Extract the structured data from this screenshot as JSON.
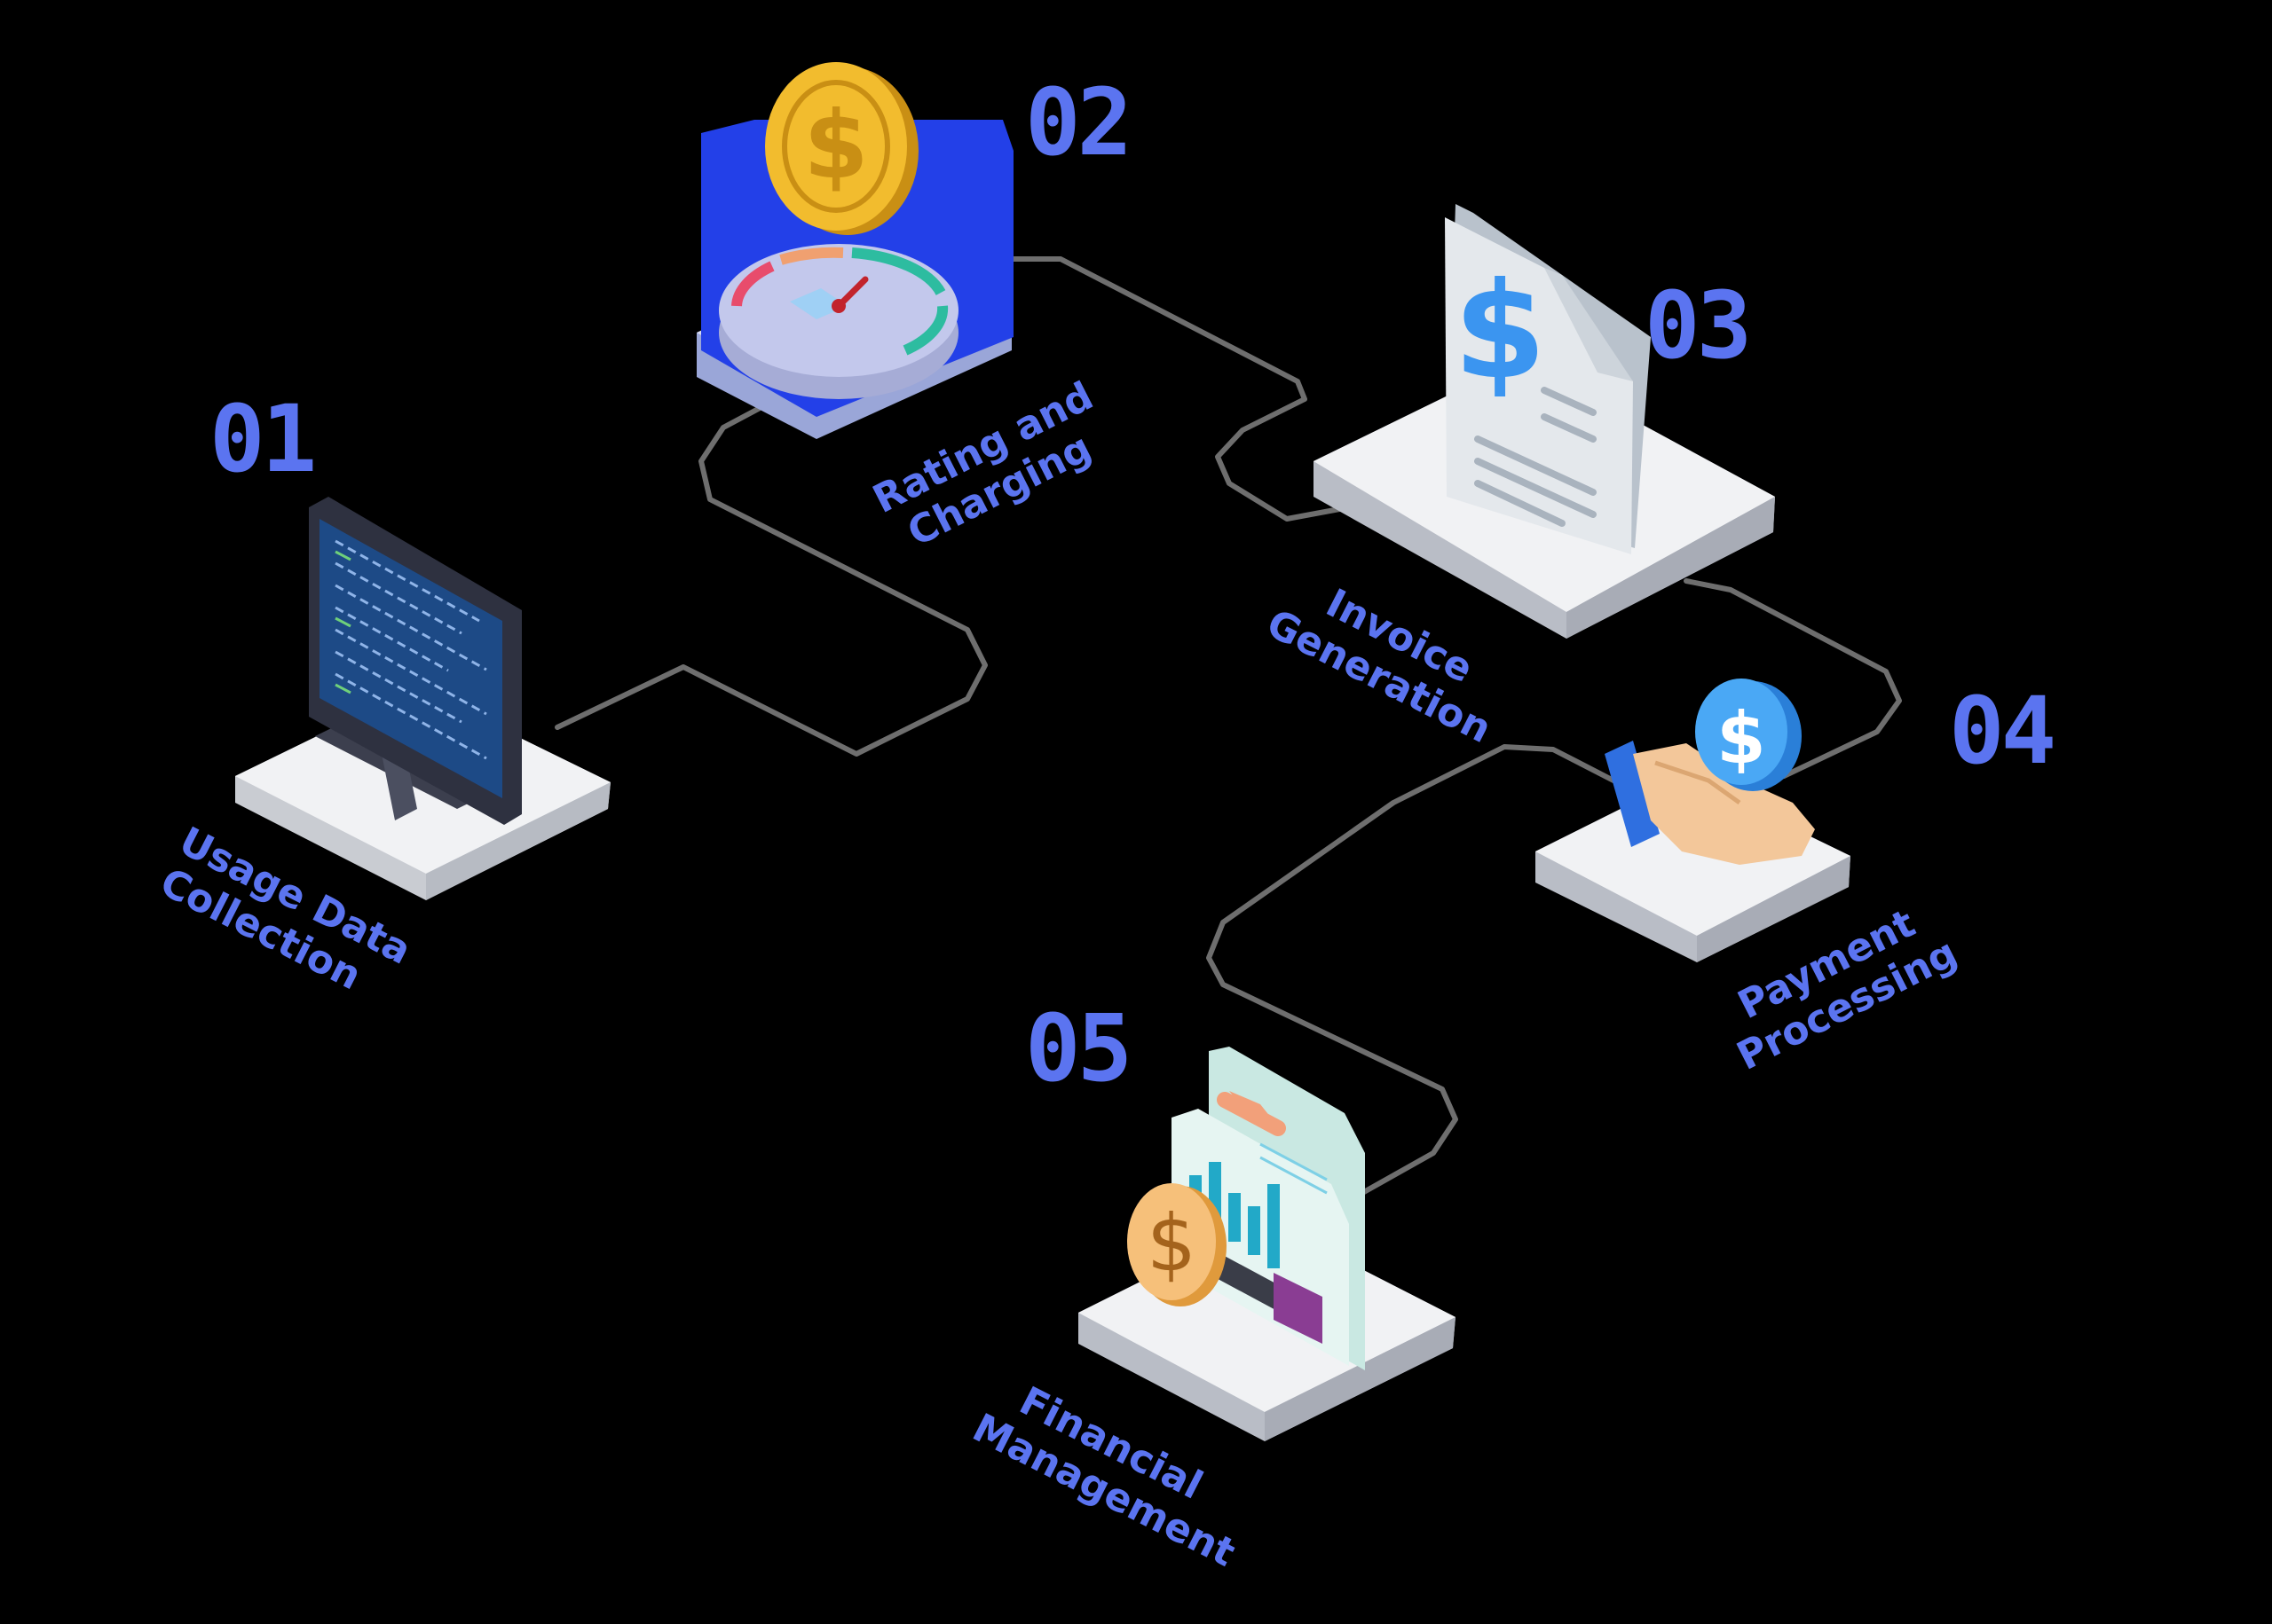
{
  "colors": {
    "background": "#000000",
    "accent": "#5b74f0",
    "connector": "#6e6e6e",
    "platform_top": "#f1f2f4",
    "platform_side": "#c9ccd2",
    "coin_gold": "#f2bc2e",
    "blue_panel": "#2340e8",
    "light_blue_coin": "#4aa8f5",
    "hand": "#f3c79a"
  },
  "steps": [
    {
      "number": "01",
      "label_line1": "Usage Data",
      "label_line2": "Collection",
      "icon": "monitor-code-icon"
    },
    {
      "number": "02",
      "label_line1": "Rating and",
      "label_line2": "Charging",
      "icon": "meter-coin-icon"
    },
    {
      "number": "03",
      "label_line1": "Invoice",
      "label_line2": "Generation",
      "icon": "invoice-dollar-icon"
    },
    {
      "number": "04",
      "label_line1": "Payment",
      "label_line2": "Processing",
      "icon": "hand-coin-icon"
    },
    {
      "number": "05",
      "label_line1": "Financial",
      "label_line2": "Management",
      "icon": "report-chart-icon"
    }
  ]
}
